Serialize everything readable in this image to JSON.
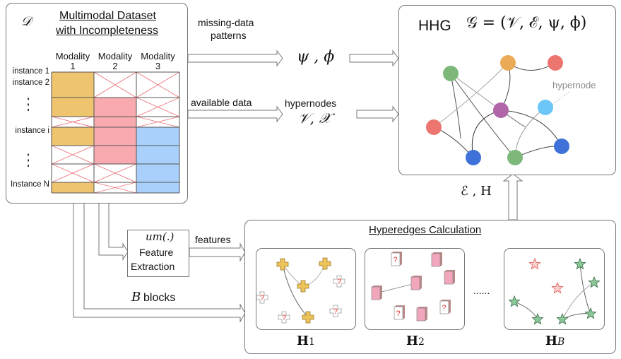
{
  "dataset": {
    "symbol": "𝒟",
    "title_line1": "Multimodal Dataset",
    "title_line2": "with Incompleteness",
    "modalities": [
      {
        "line1": "Modality",
        "line2": "1",
        "color": "#EEC46F"
      },
      {
        "line1": "Modality",
        "line2": "2",
        "color": "#F8AAB0"
      },
      {
        "line1": "Modality",
        "line2": "3",
        "color": "#A8D0FB"
      }
    ],
    "row_labels": [
      "instance 1",
      "instance 2",
      "⋮",
      "instance i",
      "⋮",
      "Instance N"
    ],
    "grid": [
      [
        1,
        0,
        0
      ],
      [
        1,
        1,
        0
      ],
      [
        0,
        1,
        0
      ],
      [
        1,
        1,
        1
      ],
      [
        0,
        1,
        1
      ],
      [
        0,
        0,
        1
      ],
      [
        1,
        0,
        1
      ]
    ],
    "missing_mark_color": "#E8737A"
  },
  "flows": {
    "missing_label_line1": "missing-data",
    "missing_label_line2": "patterns",
    "psi_phi": "ψ , ϕ",
    "available_label": "available data",
    "hypernodes_label": "hypernodes",
    "v_x": "𝒱, 𝒳",
    "features_label": "features",
    "blocks_symbol": "B",
    "blocks_label": "blocks",
    "e_h": "ℰ , H"
  },
  "feature_extraction": {
    "func": "um(.)",
    "line1": "Feature",
    "line2": "Extraction"
  },
  "hhg": {
    "title": "HHG",
    "formula": "𝒢 = (𝒱, ℰ, ψ, ϕ)",
    "hypernode_label": "hypernode",
    "node_colors": {
      "green": "#7DB87A",
      "orange": "#EBAA55",
      "red": "#EC7570",
      "purple": "#B065A8",
      "cyan": "#6CC6F7",
      "blue": "#3F72D8"
    }
  },
  "hyperedges": {
    "title": "Hyperedges Calculation",
    "panels": [
      {
        "label_main": "H",
        "label_sub": "1",
        "marker": "cross",
        "color": "#EDC35A"
      },
      {
        "label_main": "H",
        "label_sub": "2",
        "marker": "cube",
        "color": "#F2A6BB"
      },
      {
        "label_main": "H",
        "label_sub": "B",
        "marker": "star",
        "color": "#8CC79A"
      }
    ],
    "ellipsis": "......",
    "missing_marker": "?"
  }
}
